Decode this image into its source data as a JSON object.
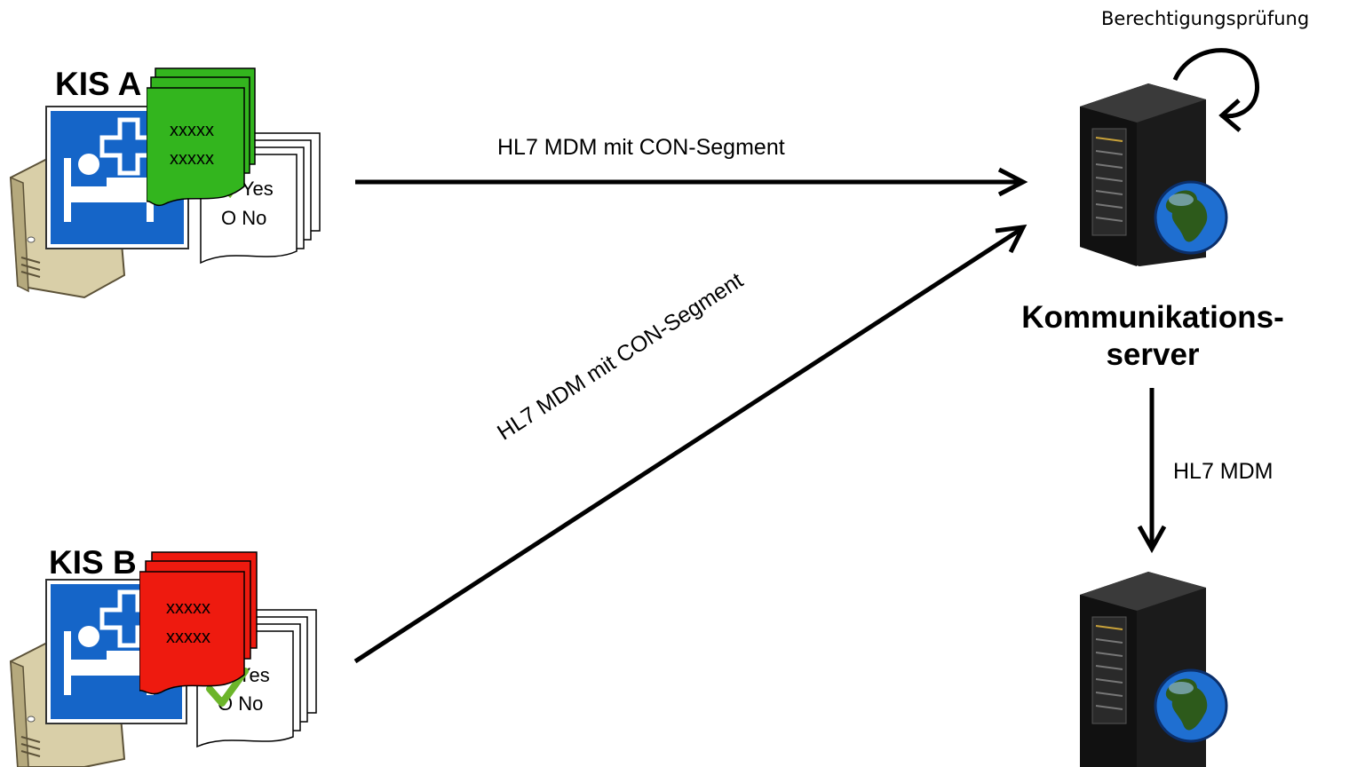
{
  "systems": {
    "kis_a": {
      "title": "KIS A",
      "doc_lines": [
        "xxxxx",
        "xxxxx"
      ],
      "form_options": [
        "O Yes",
        "O No"
      ],
      "doc_color": "#33b51e"
    },
    "kis_b": {
      "title": "KIS B",
      "doc_lines": [
        "xxxxx",
        "xxxxx"
      ],
      "form_options": [
        "O Yes",
        "O No"
      ],
      "doc_color": "#ee1a0f"
    }
  },
  "messages": {
    "top": "HL7 MDM mit CON-Segment",
    "diagonal": "HL7 MDM mit CON-Segment",
    "down": "HL7 MDM"
  },
  "server": {
    "name_line1": "Kommunikations-",
    "name_line2": "server",
    "self_check": "Berechtigungsprüfung"
  },
  "colors": {
    "sign_blue": "#1565c8",
    "arrow": "#000000",
    "checkmark": "#6cb52a"
  }
}
